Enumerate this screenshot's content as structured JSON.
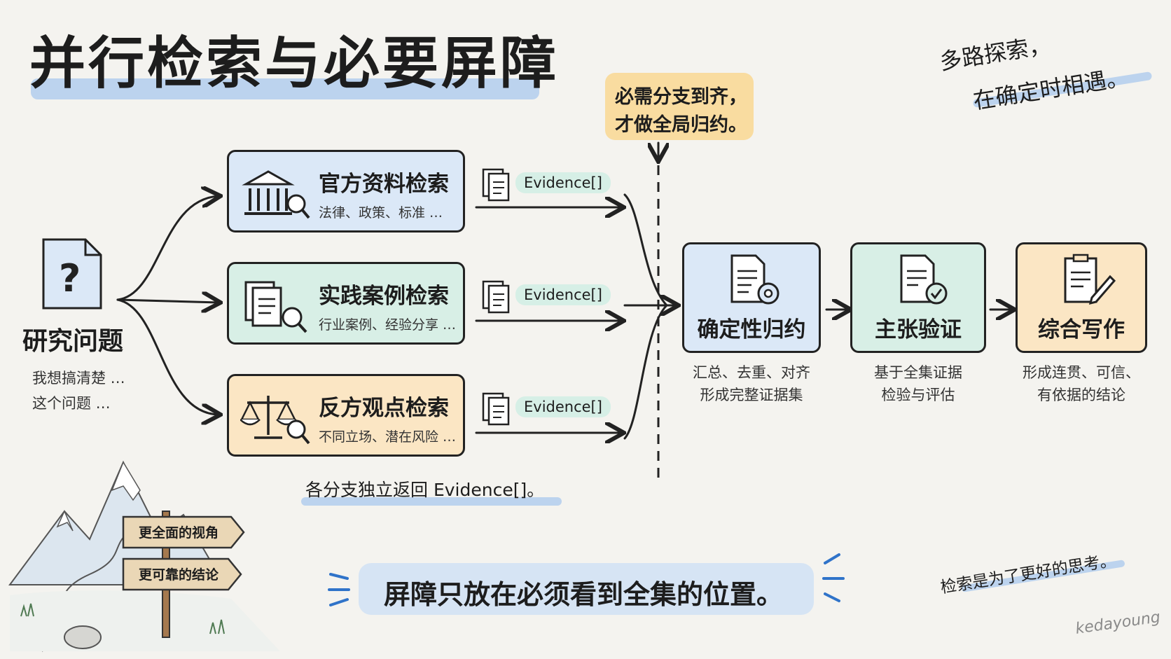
{
  "title": "并行检索与必要屏障",
  "motto": {
    "line1": "多路探索，",
    "line2": "在确定时相遇。"
  },
  "barrier_note": {
    "line1": "必需分支到齐，",
    "line2": "才做全局归约。"
  },
  "question": {
    "label": "研究问题",
    "line1": "我想搞清楚 …",
    "line2": "这个问题 …"
  },
  "branches": [
    {
      "title": "官方资料检索",
      "subtitle": "法律、政策、标准 …",
      "evidence": "Evidence[]"
    },
    {
      "title": "实践案例检索",
      "subtitle": "行业案例、经验分享 …",
      "evidence": "Evidence[]"
    },
    {
      "title": "反方观点检索",
      "subtitle": "不同立场、潜在风险 …",
      "evidence": "Evidence[]"
    }
  ],
  "branch_note": "各分支独立返回 Evidence[]。",
  "stages": [
    {
      "title": "确定性归约",
      "line1": "汇总、去重、对齐",
      "line2": "形成完整证据集"
    },
    {
      "title": "主张验证",
      "line1": "基于全集证据",
      "line2": "检验与评估"
    },
    {
      "title": "综合写作",
      "line1": "形成连贯、可信、",
      "line2": "有依据的结论"
    }
  ],
  "signposts": [
    "更全面的视角",
    "更可靠的结论"
  ],
  "banner": "屏障只放在必须看到全集的位置。",
  "footer_note": "检索是为了更好的思考。",
  "signature": "kedayoung",
  "colors": {
    "blue": "#dbe8f7",
    "green": "#d8efe6",
    "orange": "#fbe6c4",
    "highlight": "#bcd3ee",
    "yellow": "#f9dca0"
  }
}
